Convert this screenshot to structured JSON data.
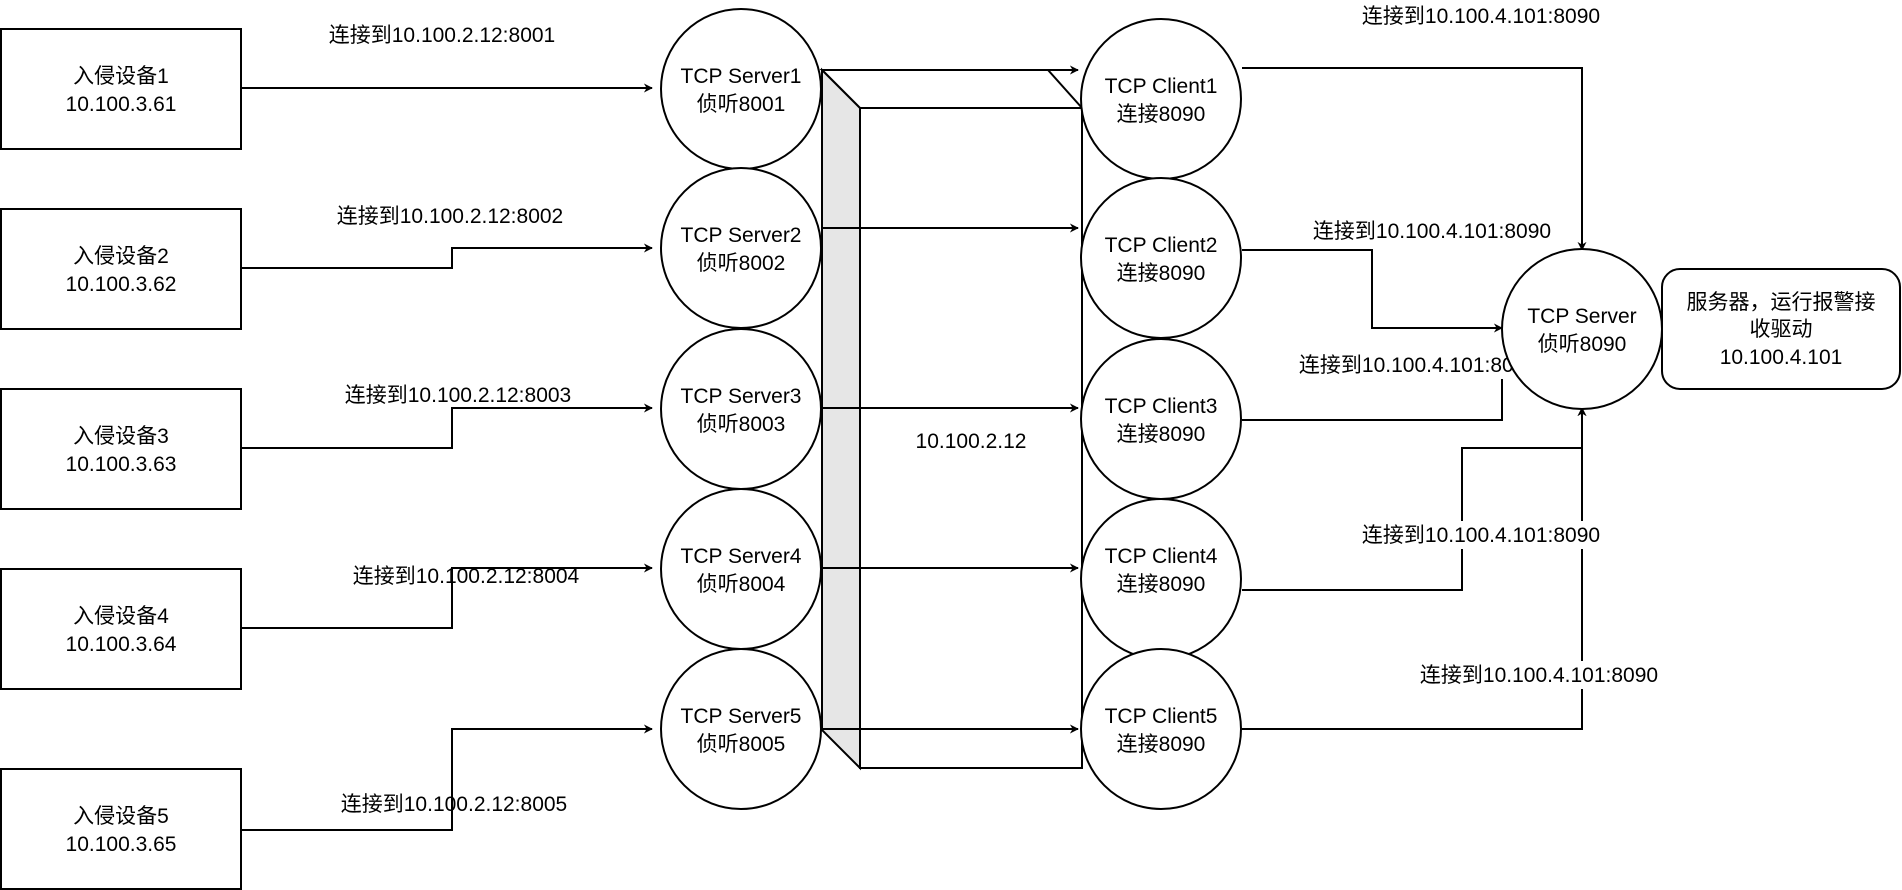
{
  "devices": [
    {
      "name": "入侵设备1",
      "ip": "10.100.3.61",
      "edge_label": "连接到10.100.2.12:8001"
    },
    {
      "name": "入侵设备2",
      "ip": "10.100.3.62",
      "edge_label": "连接到10.100.2.12:8002"
    },
    {
      "name": "入侵设备3",
      "ip": "10.100.3.63",
      "edge_label": "连接到10.100.2.12:8003"
    },
    {
      "name": "入侵设备4",
      "ip": "10.100.3.64",
      "edge_label": "连接到10.100.2.12:8004"
    },
    {
      "name": "入侵设备5",
      "ip": "10.100.3.65",
      "edge_label": "连接到10.100.2.12:8005"
    }
  ],
  "servers": [
    {
      "name": "TCP Server1",
      "port": "侦听8001"
    },
    {
      "name": "TCP Server2",
      "port": "侦听8002"
    },
    {
      "name": "TCP Server3",
      "port": "侦听8003"
    },
    {
      "name": "TCP Server4",
      "port": "侦听8004"
    },
    {
      "name": "TCP Server5",
      "port": "侦听8005"
    }
  ],
  "clients": [
    {
      "name": "TCP Client1",
      "port": "连接8090",
      "edge_label": "连接到10.100.4.101:8090"
    },
    {
      "name": "TCP Client2",
      "port": "连接8090",
      "edge_label": "连接到10.100.4.101:8090"
    },
    {
      "name": "TCP Client3",
      "port": "连接8090",
      "edge_label": "连接到10.100.4.101:8090"
    },
    {
      "name": "TCP Client4",
      "port": "连接8090",
      "edge_label": "连接到10.100.4.101:8090"
    },
    {
      "name": "TCP Client5",
      "port": "连接8090",
      "edge_label": "连接到10.100.4.101:8090"
    }
  ],
  "relay_host": {
    "ip": "10.100.2.12"
  },
  "tcp_server": {
    "name": "TCP Server",
    "port": "侦听8090"
  },
  "alarm_server": {
    "line1": "服务器，运行报警接",
    "line2": "收驱动",
    "ip": "10.100.4.101"
  }
}
